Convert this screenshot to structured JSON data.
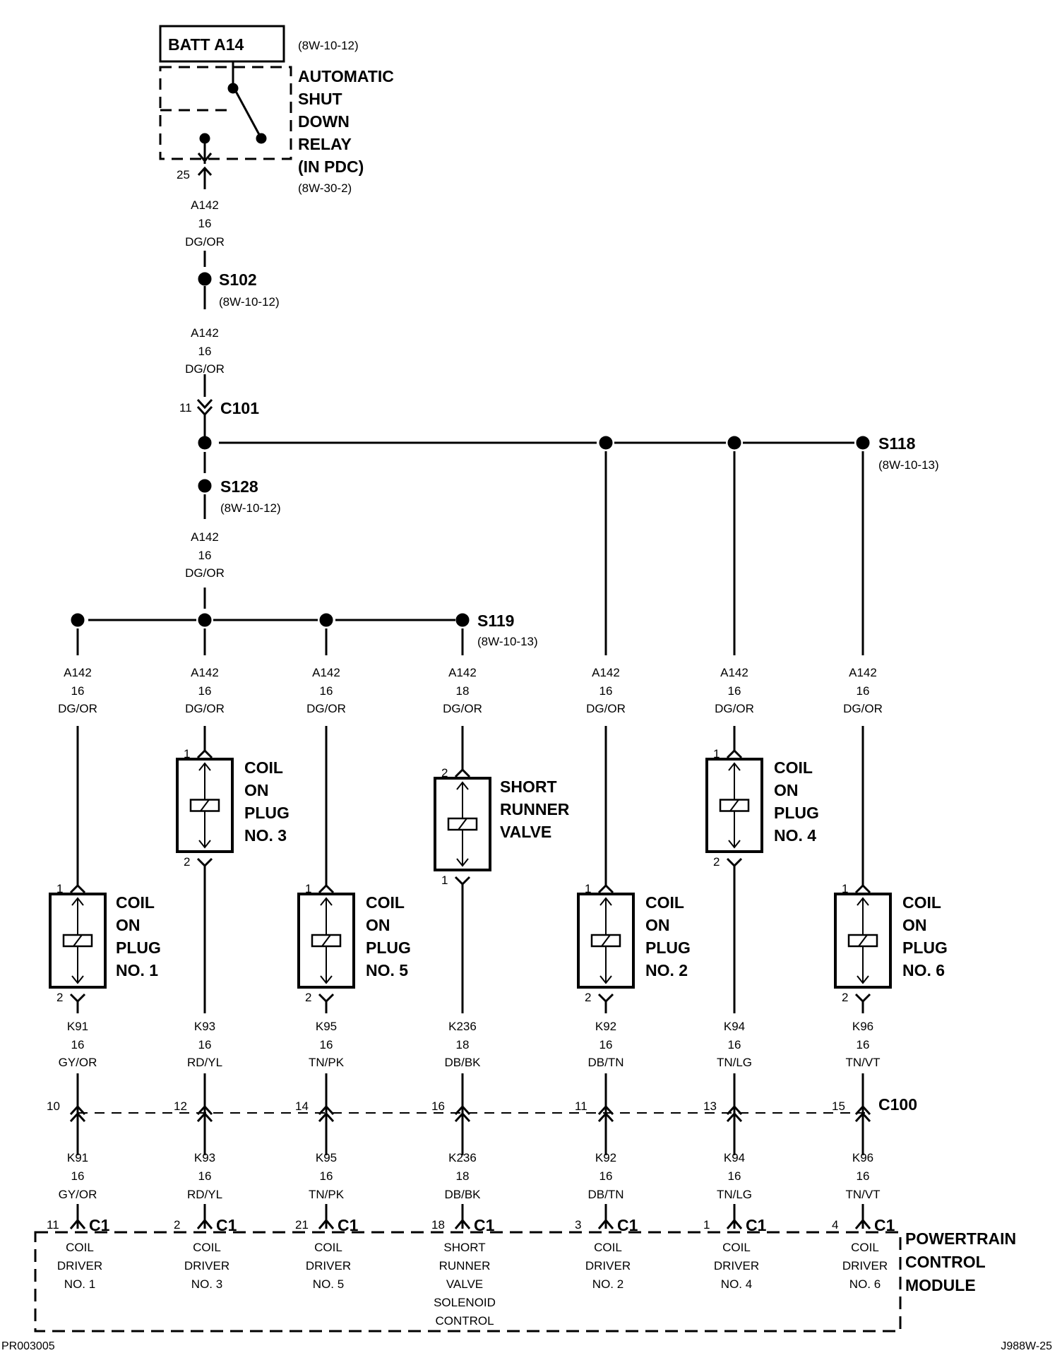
{
  "relay": {
    "source_label": "BATT A14",
    "source_ref": "(8W-10-12)",
    "name_lines": [
      "AUTOMATIC",
      "SHUT",
      "DOWN",
      "RELAY",
      "(IN PDC)"
    ],
    "ref": "(8W-30-2)",
    "pin": "25"
  },
  "trunk_wire": {
    "circuit": "A142",
    "gauge": "16",
    "color": "DG/OR"
  },
  "splice_s102": {
    "name": "S102",
    "ref": "(8W-10-12)"
  },
  "connector_c101": {
    "name": "C101",
    "pin": "11"
  },
  "splice_s118": {
    "name": "S118",
    "ref": "(8W-10-13)"
  },
  "splice_s128": {
    "name": "S128",
    "ref": "(8W-10-12)"
  },
  "splice_s119": {
    "name": "S119",
    "ref": "(8W-10-13)"
  },
  "branches": [
    {
      "top_wire": {
        "circuit": "A142",
        "gauge": "16",
        "color": "DG/OR"
      },
      "component": {
        "lines": [
          "COIL",
          "ON",
          "PLUG",
          "NO. 1"
        ],
        "pin_top": "1",
        "pin_bottom": "2"
      },
      "bottom_wire": {
        "circuit": "K91",
        "gauge": "16",
        "color": "GY/OR"
      },
      "c100_pin": "10",
      "pcm_wire": {
        "circuit": "K91",
        "gauge": "16",
        "color": "GY/OR"
      },
      "pcm_pin": "11",
      "pcm_conn": "C1",
      "pcm_label": [
        "COIL",
        "DRIVER",
        "NO. 1"
      ]
    },
    {
      "top_wire": {
        "circuit": "A142",
        "gauge": "16",
        "color": "DG/OR"
      },
      "component": {
        "lines": [
          "COIL",
          "ON",
          "PLUG",
          "NO. 3"
        ],
        "pin_top": "1",
        "pin_bottom": "2"
      },
      "bottom_wire": {
        "circuit": "K93",
        "gauge": "16",
        "color": "RD/YL"
      },
      "c100_pin": "12",
      "pcm_wire": {
        "circuit": "K93",
        "gauge": "16",
        "color": "RD/YL"
      },
      "pcm_pin": "2",
      "pcm_conn": "C1",
      "pcm_label": [
        "COIL",
        "DRIVER",
        "NO. 3"
      ]
    },
    {
      "top_wire": {
        "circuit": "A142",
        "gauge": "16",
        "color": "DG/OR"
      },
      "component": {
        "lines": [
          "COIL",
          "ON",
          "PLUG",
          "NO. 5"
        ],
        "pin_top": "1",
        "pin_bottom": "2"
      },
      "bottom_wire": {
        "circuit": "K95",
        "gauge": "16",
        "color": "TN/PK"
      },
      "c100_pin": "14",
      "pcm_wire": {
        "circuit": "K95",
        "gauge": "16",
        "color": "TN/PK"
      },
      "pcm_pin": "21",
      "pcm_conn": "C1",
      "pcm_label": [
        "COIL",
        "DRIVER",
        "NO. 5"
      ]
    },
    {
      "top_wire": {
        "circuit": "A142",
        "gauge": "18",
        "color": "DG/OR"
      },
      "component": {
        "lines": [
          "SHORT",
          "RUNNER",
          "VALVE"
        ],
        "pin_top": "2",
        "pin_bottom": "1"
      },
      "bottom_wire": {
        "circuit": "K236",
        "gauge": "18",
        "color": "DB/BK"
      },
      "c100_pin": "16",
      "pcm_wire": {
        "circuit": "K236",
        "gauge": "18",
        "color": "DB/BK"
      },
      "pcm_pin": "18",
      "pcm_conn": "C1",
      "pcm_label": [
        "SHORT",
        "RUNNER",
        "VALVE",
        "SOLENOID",
        "CONTROL"
      ]
    },
    {
      "top_wire": {
        "circuit": "A142",
        "gauge": "16",
        "color": "DG/OR"
      },
      "component": {
        "lines": [
          "COIL",
          "ON",
          "PLUG",
          "NO. 2"
        ],
        "pin_top": "1",
        "pin_bottom": "2"
      },
      "bottom_wire": {
        "circuit": "K92",
        "gauge": "16",
        "color": "DB/TN"
      },
      "c100_pin": "11",
      "pcm_wire": {
        "circuit": "K92",
        "gauge": "16",
        "color": "DB/TN"
      },
      "pcm_pin": "3",
      "pcm_conn": "C1",
      "pcm_label": [
        "COIL",
        "DRIVER",
        "NO. 2"
      ]
    },
    {
      "top_wire": {
        "circuit": "A142",
        "gauge": "16",
        "color": "DG/OR"
      },
      "component": {
        "lines": [
          "COIL",
          "ON",
          "PLUG",
          "NO. 4"
        ],
        "pin_top": "1",
        "pin_bottom": "2"
      },
      "bottom_wire": {
        "circuit": "K94",
        "gauge": "16",
        "color": "TN/LG"
      },
      "c100_pin": "13",
      "pcm_wire": {
        "circuit": "K94",
        "gauge": "16",
        "color": "TN/LG"
      },
      "pcm_pin": "1",
      "pcm_conn": "C1",
      "pcm_label": [
        "COIL",
        "DRIVER",
        "NO. 4"
      ]
    },
    {
      "top_wire": {
        "circuit": "A142",
        "gauge": "16",
        "color": "DG/OR"
      },
      "component": {
        "lines": [
          "COIL",
          "ON",
          "PLUG",
          "NO. 6"
        ],
        "pin_top": "1",
        "pin_bottom": "2"
      },
      "bottom_wire": {
        "circuit": "K96",
        "gauge": "16",
        "color": "TN/VT"
      },
      "c100_pin": "15",
      "pcm_wire": {
        "circuit": "K96",
        "gauge": "16",
        "color": "TN/VT"
      },
      "pcm_pin": "4",
      "pcm_conn": "C1",
      "pcm_label": [
        "COIL",
        "DRIVER",
        "NO. 6"
      ]
    }
  ],
  "connector_c100": {
    "name": "C100"
  },
  "pcm": {
    "lines": [
      "POWERTRAIN",
      "CONTROL",
      "MODULE"
    ]
  },
  "footer": {
    "left": "PR003005",
    "right": "J988W-25"
  }
}
